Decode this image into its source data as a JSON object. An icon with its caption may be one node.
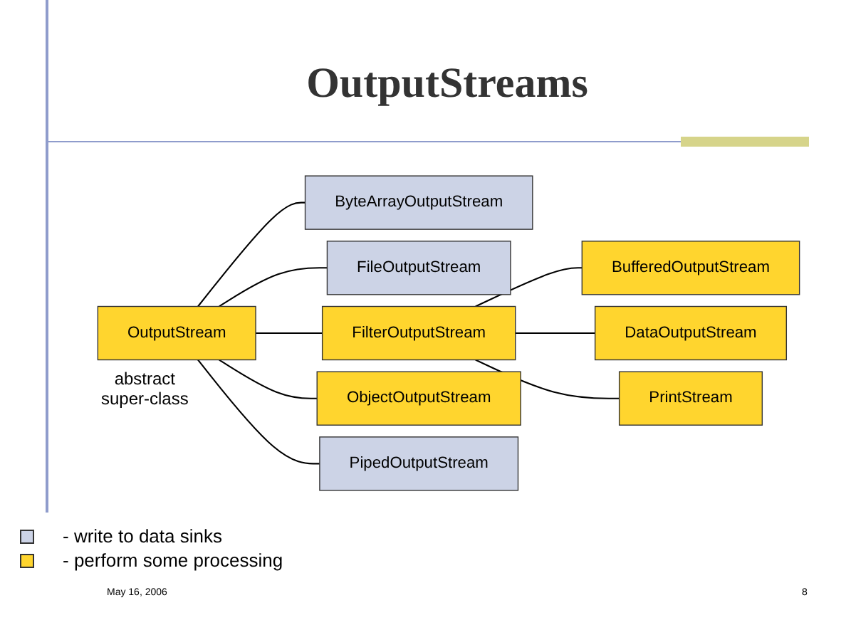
{
  "diagram": {
    "title": "OutputStreams",
    "nodes": [
      {
        "text": [
          "OutputStream"
        ],
        "beside": [
          "abstract super-class"
        ]
      },
      {
        "text": [
          "ByteArrayOutputStream"
        ]
      },
      {
        "text": [
          "FileOutputStream"
        ]
      },
      {
        "text": [
          "FilterOutputStream"
        ]
      },
      {
        "text": [
          "ObjectOutputStream"
        ]
      },
      {
        "text": [
          "PipedOutputStream"
        ]
      },
      {
        "text": [
          "BufferedOutputStream"
        ]
      },
      {
        "text": [
          "DataOutputStream"
        ]
      },
      {
        "text": [
          "PrintStream"
        ]
      }
    ],
    "edges": [
      {
        "from": 0,
        "to": 1,
        "arrow": "none"
      },
      {
        "from": 0,
        "to": 2,
        "arrow": "none"
      },
      {
        "from": 0,
        "to": 3,
        "arrow": "none"
      },
      {
        "from": 0,
        "to": 4,
        "arrow": "none"
      },
      {
        "from": 0,
        "to": 5,
        "arrow": "none"
      },
      {
        "from": 3,
        "to": 6,
        "arrow": "none"
      },
      {
        "from": 3,
        "to": 7,
        "arrow": "none"
      },
      {
        "from": 3,
        "to": 8,
        "arrow": "none"
      }
    ],
    "labels": [
      "May 16, 2006",
      "8"
    ],
    "legend": [
      {
        "text": "- write to data sinks",
        "color": "#ccd3e6"
      },
      {
        "text": "- perform some processing",
        "color": "#ffd52e"
      }
    ]
  }
}
